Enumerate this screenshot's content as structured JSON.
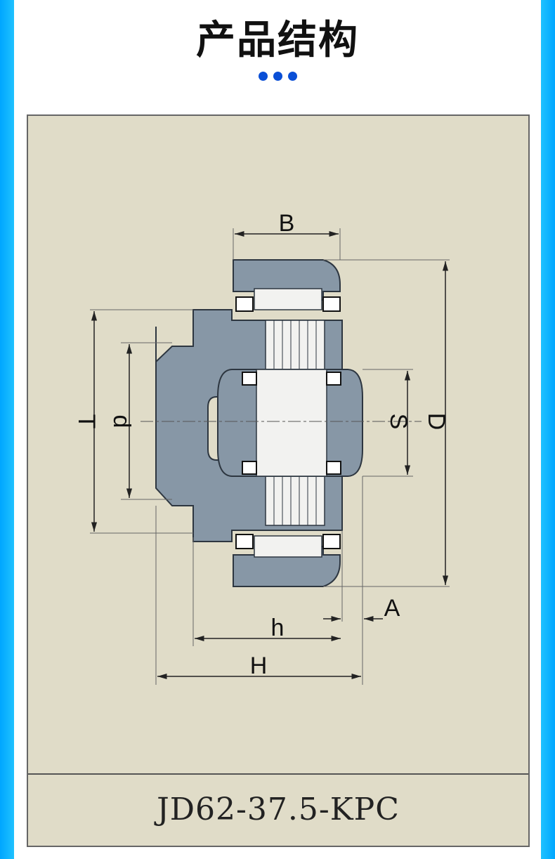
{
  "header": {
    "title": "产品结构"
  },
  "drawing": {
    "labels": {
      "B": "B",
      "T": "T",
      "d": "d",
      "S": "S",
      "D": "D",
      "A": "A",
      "h": "h",
      "H": "H"
    },
    "model": "JD62-37.5-KPC"
  },
  "colors": {
    "accent": "#0a4fd6",
    "side_bar": "#00a6ff",
    "drawing_bg": "#e0dcc8",
    "part_fill": "#8797a6"
  }
}
